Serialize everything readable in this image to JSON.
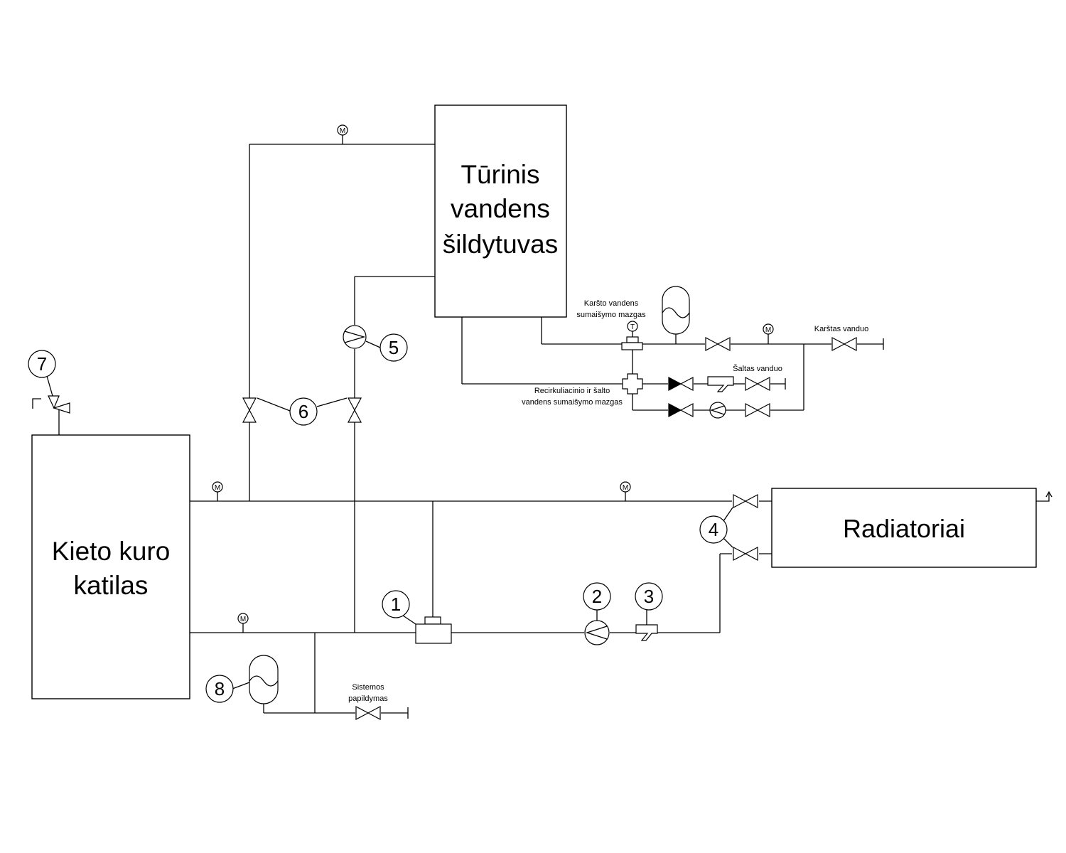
{
  "boiler": {
    "line1": "Kieto kuro",
    "line2": "katilas"
  },
  "tank": {
    "line1": "Tūrinis",
    "line2": "vandens",
    "line3": "šildytuvas"
  },
  "radiators": {
    "label": "Radiatoriai"
  },
  "labels": {
    "hot_mix_1": "Karšto vandens",
    "hot_mix_2": "sumaišymo mazgas",
    "hot_water": "Karštas vanduo",
    "cold_water": "Šaltas vanduo",
    "recirc_1": "Recirkuliacinio ir šalto",
    "recirc_2": "vandens sumaišymo mazgas",
    "refill_1": "Sistemos",
    "refill_2": "papildymas"
  },
  "callouts": [
    "1",
    "2",
    "3",
    "4",
    "5",
    "6",
    "7",
    "8"
  ],
  "gauge_letter": "M",
  "thermo_letter": "T"
}
